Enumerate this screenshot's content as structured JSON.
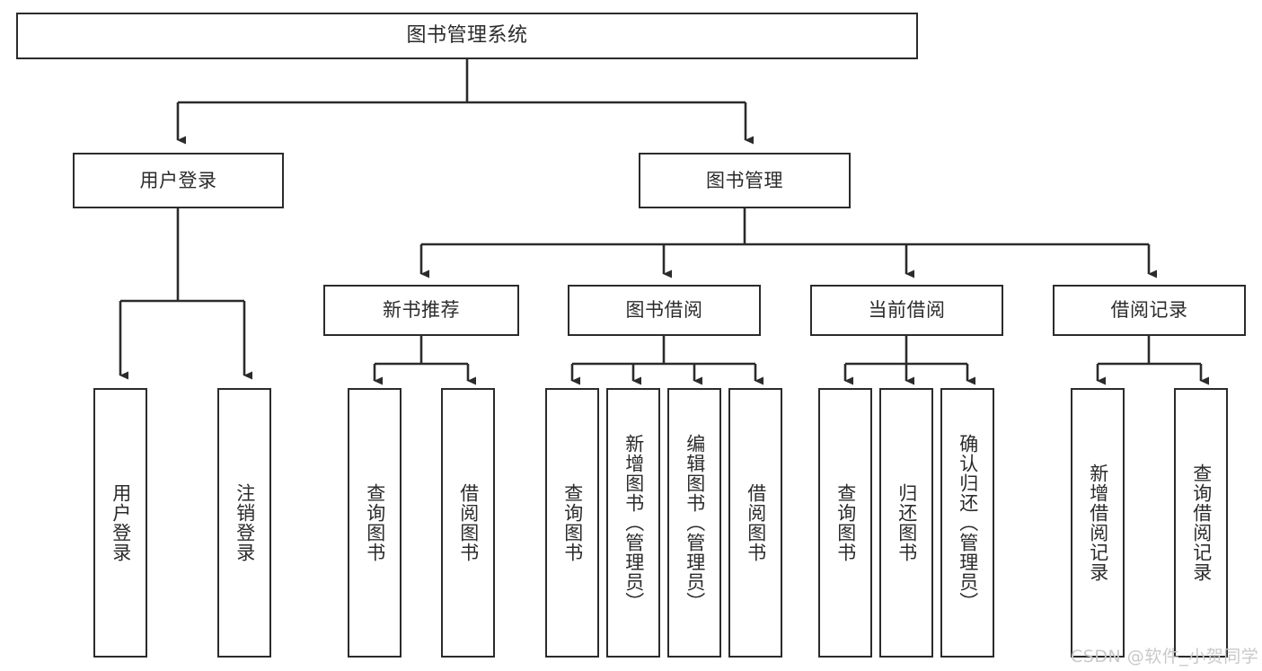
{
  "diagram": {
    "title": "图书管理系统",
    "type": "tree-hierarchy-chart",
    "watermark": "CSDN @软件_小贺同学",
    "colors": {
      "stroke": "#2b2b2b",
      "fill": "#ffffff",
      "background": "#ffffff",
      "watermark": "#c9c9c9"
    },
    "nodes": {
      "root": {
        "label": "图书管理系统"
      },
      "level2": [
        {
          "id": "user-login",
          "label": "用户登录"
        },
        {
          "id": "book-manage",
          "label": "图书管理"
        }
      ],
      "level3": [
        {
          "id": "new-book-rec",
          "label": "新书推荐"
        },
        {
          "id": "book-borrow",
          "label": "图书借阅"
        },
        {
          "id": "current-borrow",
          "label": "当前借阅"
        },
        {
          "id": "borrow-record",
          "label": "借阅记录"
        }
      ],
      "leaves": [
        {
          "id": "leaf-user-login",
          "label": "用户登录",
          "parent": "user-login"
        },
        {
          "id": "leaf-logout",
          "label": "注销登录",
          "parent": "user-login"
        },
        {
          "id": "leaf-query-book-1",
          "label": "查询图书",
          "parent": "new-book-rec"
        },
        {
          "id": "leaf-borrow-book-1",
          "label": "借阅图书",
          "parent": "new-book-rec"
        },
        {
          "id": "leaf-query-book-2",
          "label": "查询图书",
          "parent": "book-borrow"
        },
        {
          "id": "leaf-add-book",
          "label": "新增图书（管理员）",
          "parent": "book-borrow"
        },
        {
          "id": "leaf-edit-book",
          "label": "编辑图书（管理员）",
          "parent": "book-borrow"
        },
        {
          "id": "leaf-borrow-book-2",
          "label": "借阅图书",
          "parent": "book-borrow"
        },
        {
          "id": "leaf-query-book-3",
          "label": "查询图书",
          "parent": "current-borrow"
        },
        {
          "id": "leaf-return-book",
          "label": "归还图书",
          "parent": "current-borrow"
        },
        {
          "id": "leaf-confirm-return",
          "label": "确认归还（管理员）",
          "parent": "current-borrow"
        },
        {
          "id": "leaf-add-record",
          "label": "新增借阅记录",
          "parent": "borrow-record"
        },
        {
          "id": "leaf-query-record",
          "label": "查询借阅记录",
          "parent": "borrow-record"
        }
      ]
    }
  }
}
